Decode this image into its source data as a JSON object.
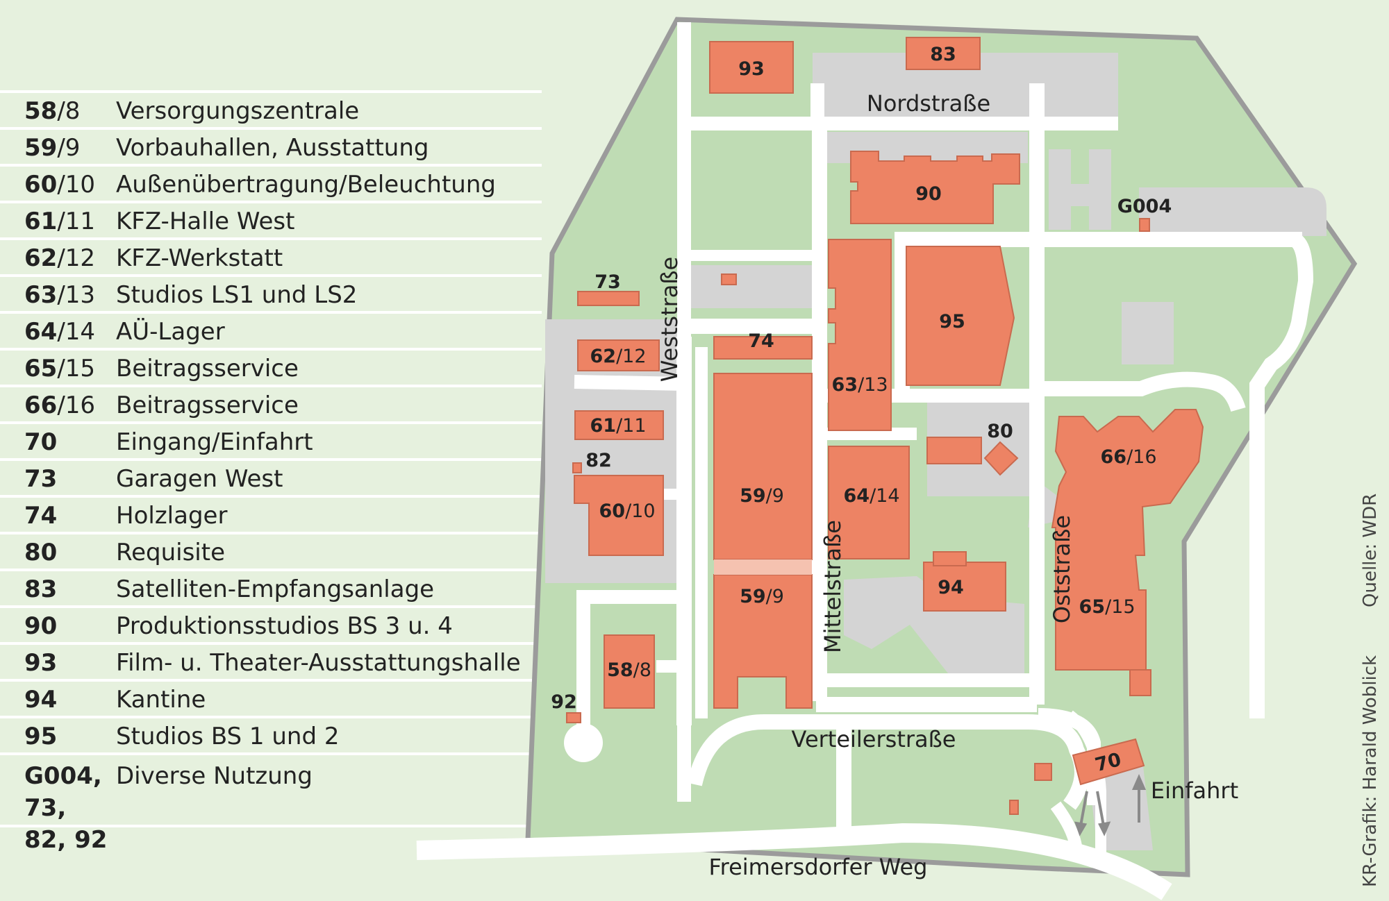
{
  "legend": {
    "rows": [
      {
        "num": "58",
        "sub": "/8",
        "label": "Versorgungszentrale"
      },
      {
        "num": "59",
        "sub": "/9",
        "label": "Vorbauhallen, Ausstattung"
      },
      {
        "num": "60",
        "sub": "/10",
        "label": "Außenübertragung/Beleuchtung"
      },
      {
        "num": "61",
        "sub": "/11",
        "label": "KFZ-Halle West"
      },
      {
        "num": "62",
        "sub": "/12",
        "label": "KFZ-Werkstatt"
      },
      {
        "num": "63",
        "sub": "/13",
        "label": "Studios LS1 und LS2"
      },
      {
        "num": "64",
        "sub": "/14",
        "label": "AÜ-Lager"
      },
      {
        "num": "65",
        "sub": "/15",
        "label": "Beitragsservice"
      },
      {
        "num": "66",
        "sub": "/16",
        "label": "Beitragsservice"
      },
      {
        "num": "70",
        "sub": "",
        "label": "Eingang/Einfahrt"
      },
      {
        "num": "73",
        "sub": "",
        "label": "Garagen West"
      },
      {
        "num": "74",
        "sub": "",
        "label": "Holzlager"
      },
      {
        "num": "80",
        "sub": "",
        "label": "Requisite"
      },
      {
        "num": "83",
        "sub": "",
        "label": "Satelliten-Empfangsanlage"
      },
      {
        "num": "90",
        "sub": "",
        "label": "Produktionsstudios BS 3 u. 4"
      },
      {
        "num": "93",
        "sub": "",
        "label": "Film- u. Theater-Ausstattungshalle"
      },
      {
        "num": "94",
        "sub": "",
        "label": "Kantine"
      },
      {
        "num": "95",
        "sub": "",
        "label": "Studios BS 1 und 2"
      }
    ],
    "last_row": {
      "num_line1": "G004, 73,",
      "num_line2": "82, 92",
      "label": "Diverse Nutzung"
    }
  },
  "streets": {
    "nord": "Nordstraße",
    "west": "Weststraße",
    "mittel": "Mittelstraße",
    "ost": "Oststraße",
    "verteiler": "Verteilerstraße",
    "freimersdorfer": "Freimersdorfer Weg",
    "einfahrt": "Einfahrt"
  },
  "buildings": {
    "b93": {
      "num": "93",
      "sub": ""
    },
    "b83": {
      "num": "83",
      "sub": ""
    },
    "b90": {
      "num": "90",
      "sub": ""
    },
    "bG004": {
      "num": "G004",
      "sub": ""
    },
    "b73": {
      "num": "73",
      "sub": ""
    },
    "b95": {
      "num": "95",
      "sub": ""
    },
    "b74": {
      "num": "74",
      "sub": ""
    },
    "b62": {
      "num": "62",
      "sub": "/12"
    },
    "b63": {
      "num": "63",
      "sub": "/13"
    },
    "b61": {
      "num": "61",
      "sub": "/11"
    },
    "b80": {
      "num": "80",
      "sub": ""
    },
    "b66": {
      "num": "66",
      "sub": "/16"
    },
    "b82": {
      "num": "82",
      "sub": ""
    },
    "b59a": {
      "num": "59",
      "sub": "/9"
    },
    "b64": {
      "num": "64",
      "sub": "/14"
    },
    "b60": {
      "num": "60",
      "sub": "/10"
    },
    "b59b": {
      "num": "59",
      "sub": "/9"
    },
    "b94": {
      "num": "94",
      "sub": ""
    },
    "b65": {
      "num": "65",
      "sub": "/15"
    },
    "b58": {
      "num": "58",
      "sub": "/8"
    },
    "b92": {
      "num": "92",
      "sub": ""
    },
    "b70": {
      "num": "70",
      "sub": ""
    }
  },
  "credits": {
    "source": "Quelle: WDR",
    "graphic": "KR-Grafik: Harald Woblick"
  },
  "colors": {
    "background": "#e6f1de",
    "green": "#bfdcb4",
    "road": "#ffffff",
    "lot": "#d4d4d4",
    "border": "#9b9b9b",
    "building": "#ed8364"
  }
}
